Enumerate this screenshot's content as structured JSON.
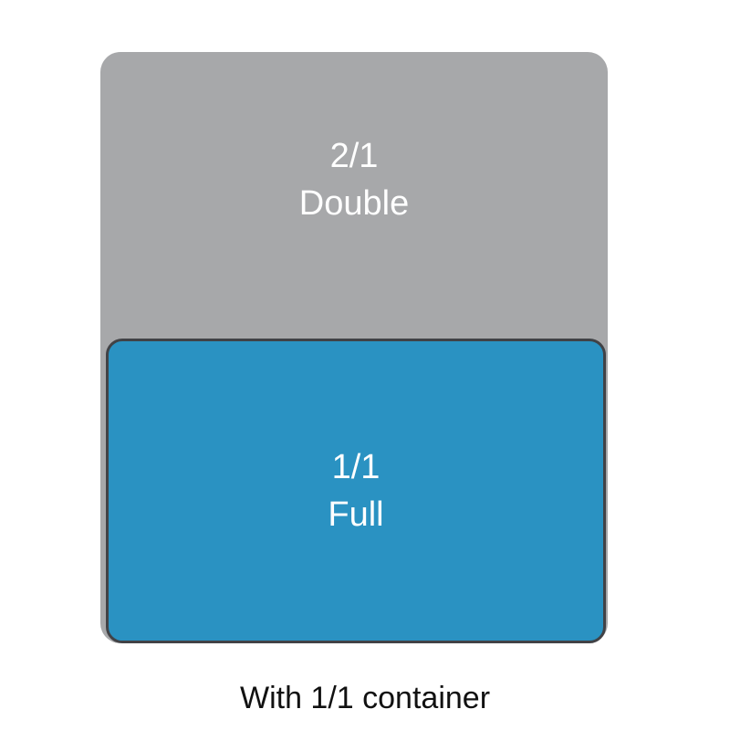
{
  "diagram": {
    "background_color": "#ffffff",
    "double_pan": {
      "size": "2/1",
      "name": "Double",
      "fill_color": "#a7a8aa",
      "text_color": "#ffffff"
    },
    "full_pan": {
      "size": "1/1",
      "name": "Full",
      "fill_color": "#2a92c2",
      "border_color": "#414246",
      "text_color": "#ffffff"
    },
    "caption": "With 1/1 container"
  }
}
